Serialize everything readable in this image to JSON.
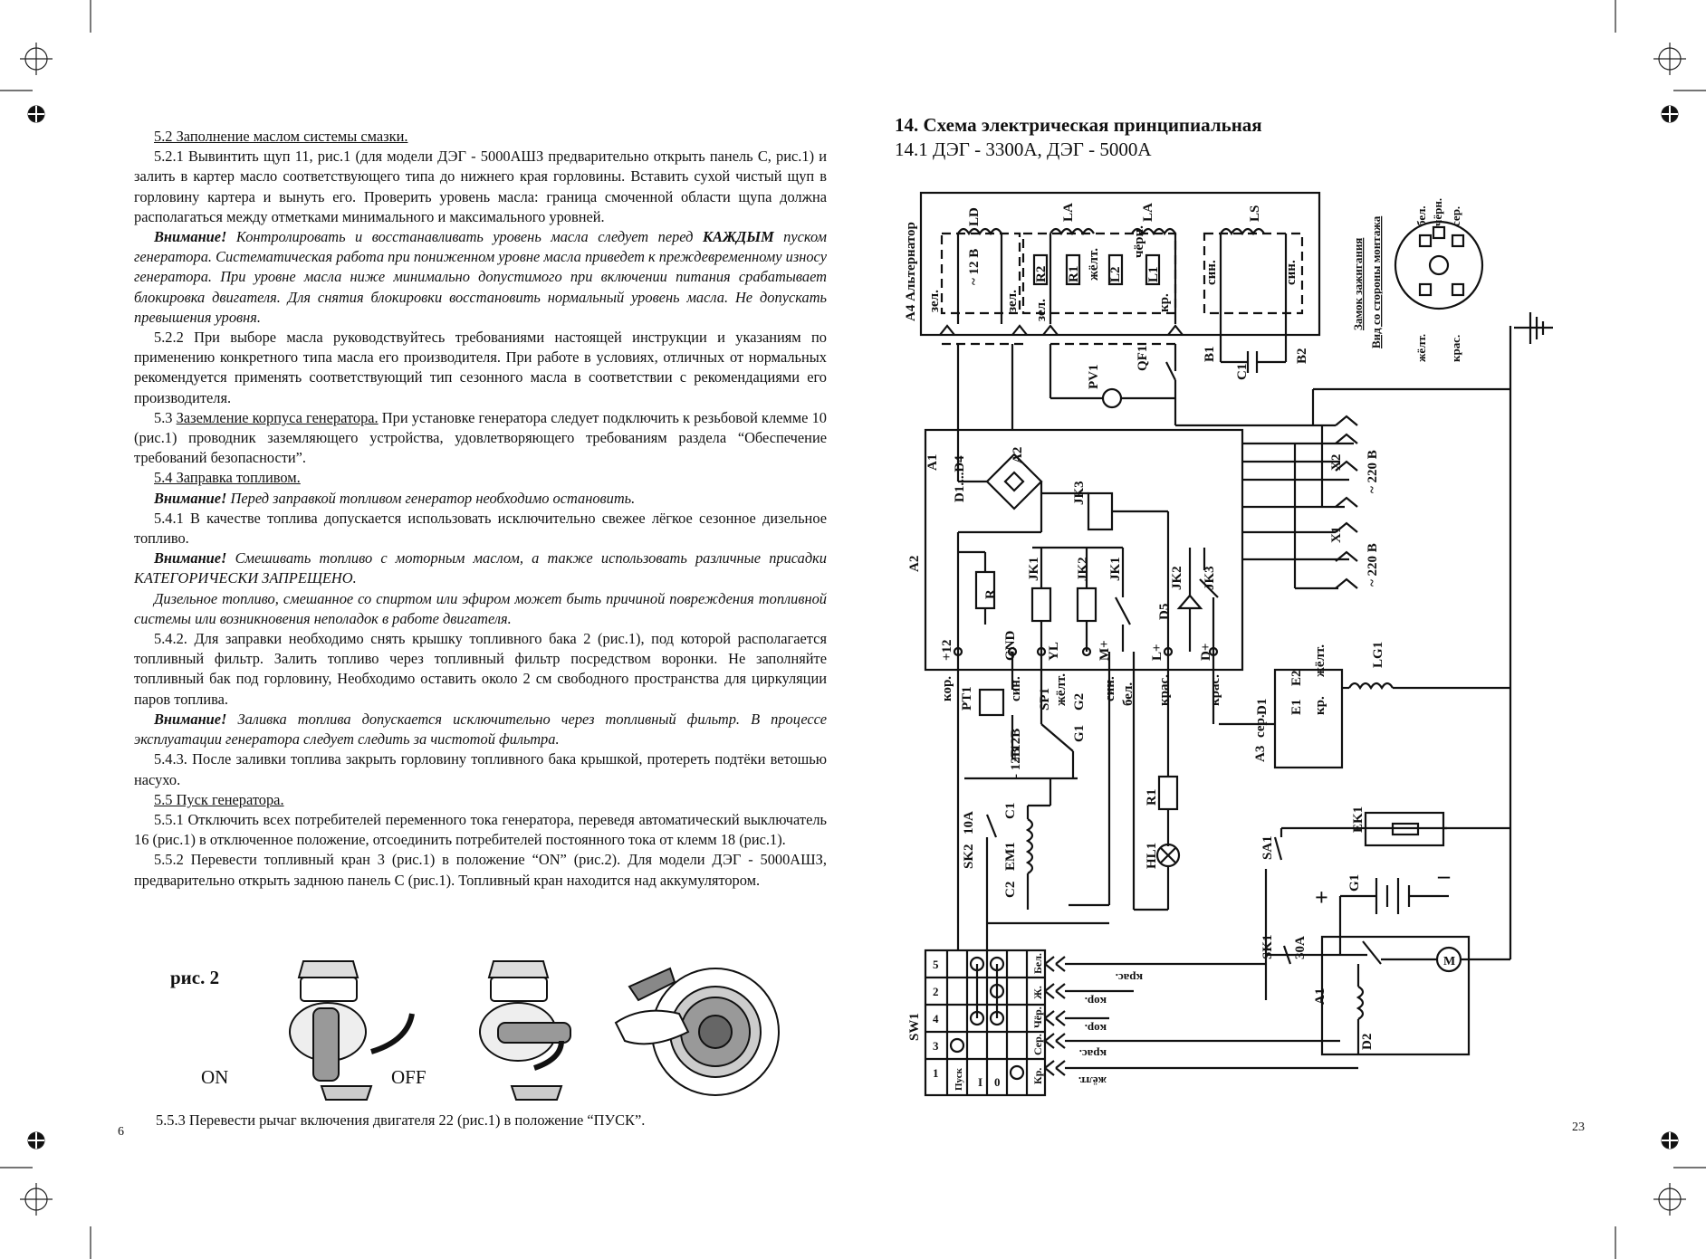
{
  "left": {
    "p1_title": "5.2 Заполнение маслом системы смазки.",
    "p1": "5.2.1 Вывинтить щуп 11, рис.1 (для модели ДЭГ - 5000АШЗ предварительно открыть панель С, рис.1) и залить в картер масло соответствующего типа до нижнего края горловины. Вставить сухой чистый щуп в горловину картера и вынуть его. Проверить уровень масла: граница смоченной области щупа должна располагаться между отметками минимального и максимального уровней.",
    "w1_lead": "Внимание!",
    "w1_a": " Контролировать и восстанавливать уровень масла следует перед ",
    "w1_b": "КАЖДЫМ",
    "w1_c": " пуском генератора. Систематическая работа при пониженном уровне масла приведет к преждевременному износу генератора. При уровне масла ниже минимально допустимого при включении питания срабатывает блокировка двигателя. Для снятия блокировки восстановить нормальный уровень масла. Не допускать превышения уровня.",
    "p2": "5.2.2 При выборе масла руководствуйтесь требованиями настоящей инструкции и указаниям по применению конкретного типа масла его производителя. При работе в условиях, отличных от нормальных рекомендуется применять соответствующий тип сезонного масла в соответствии с рекомендациями его производителя.",
    "p3_a": "5.3 ",
    "p3_u": "Заземление корпуса генератора.",
    "p3_b": " При установке генератора следует подключить к резьбовой клемме 10 (рис.1) проводник заземляющего устройства, удовлетворяющего требованиям раздела “Обеспечение требований безопасности”.",
    "p4_title": "5.4 Заправка топливом.",
    "w2_lead": "Внимание!",
    "w2": " Перед заправкой топливом генератор необходимо остановить.",
    "p5": "5.4.1 В качестве топлива допускается использовать исключительно свежее лёгкое сезонное дизельное топливо.",
    "w3_lead": "Внимание!",
    "w3": " Смешивать топливо с моторным маслом, а также использовать различные присадки КАТЕГОРИЧЕСКИ ЗАПРЕЩЕНО.",
    "w4": "Дизельное топливо, смешанное со спиртом или эфиром может быть причиной повреждения топливной системы или возникновения неполадок в работе двигателя.",
    "p6": "5.4.2. Для заправки необходимо снять крышку топливного бака 2 (рис.1), под которой располагается топливный фильтр. Залить топливо через топливный фильтр посредством воронки. Не заполняйте топливный бак под горловину, Необходимо оставить около 2 см свободного пространства для циркуляции паров топлива.",
    "w5_lead": "Внимание!",
    "w5": " Заливка топлива допускается исключительно через топливный фильтр. В процессе эксплуатации генератора следует следить за чистотой фильтра.",
    "p7": "5.4.3. После заливки топлива закрыть горловину топливного бака крышкой, протереть подтёки ветошью насухо.",
    "p8_title": "5.5 Пуск генератора.",
    "p8": "5.5.1 Отключить всех потребителей переменного тока генератора, переведя автоматический выключатель 16 (рис.1) в отключенное положение, отсоединить потребителей постоянного тока от клемм 18 (рис.1).",
    "p9": "5.5.2 Перевести топливный кран 3 (рис.1) в положение “ON” (рис.2). Для модели ДЭГ - 5000АШЗ, предварительно открыть заднюю панель С (рис.1). Топливный кран находится над аккумулятором.",
    "fig_label": "рис. 2",
    "fig_on": "ON",
    "fig_off": "OFF",
    "p10": "5.5.3 Перевести рычаг включения двигателя 22 (рис.1) в положение “ПУСК”.",
    "page_num": "6"
  },
  "right": {
    "title": "14. Схема электрическая принципиальная",
    "subtitle": "14.1 ДЭГ - 3300А, ДЭГ - 5000А",
    "page_num": "23",
    "labels": {
      "a4": "А4 Альтернатор",
      "ld": "LD",
      "v12": "~ 12 В",
      "zel": "зел.",
      "la": "LA",
      "r2": "R2",
      "r1": "R1",
      "l2": "L2",
      "l1": "L1",
      "cherm": "чёрн.",
      "zhelt": "жёлт.",
      "kr": "кр.",
      "ls": "LS",
      "sin": "син.",
      "b1": "В1",
      "b2": "В2",
      "c1": "С1",
      "pv1": "PV1",
      "qf1": "QF1",
      "a1": "А1",
      "a2": "А2",
      "d1d4": "D1....D4",
      "jk3": "JK3",
      "x1": "X1",
      "x2": "X2",
      "v220": "~ 220 В",
      "r": "R",
      "jk1": "JK1",
      "jk2": "JK2",
      "d5": "D5",
      "p12": "+12",
      "gnd": "GND",
      "yl": "YL",
      "mp": "M+",
      "lp": "L+",
      "dp": "D+",
      "kor": "кор.",
      "pt1": "PT1",
      "sp1": "SP1",
      "g1": "G1",
      "g2": "G2",
      "bel": "бел.",
      "kras": "крас.",
      "ser": "сер.",
      "a3": "А3",
      "d1": "D1",
      "e1": "E1",
      "e2": "E2",
      "lg1": "LG1",
      "plus12": "+ 12В",
      "minus12": "- 12В",
      "sk2": "SK2",
      "a10": "10А",
      "em1": "EM1",
      "c2": "C2",
      "r1b": "R1",
      "hl1": "HL1",
      "sa1": "SA1",
      "ek1": "EK1",
      "g1b": "G1",
      "plus": "+",
      "minus": "–",
      "sk1": "SK1",
      "a30": "30А",
      "a1b": "А1",
      "d2": "D2",
      "m": "M",
      "sw1": "SW1",
      "lock1": "Замок зажигания",
      "lock2": "Вид со стороны монтажа",
      "krs": "крас.",
      "zhl": "жёлт.",
      "chr": "чёрн.",
      "srr": "сер.",
      "bls": "бел."
    },
    "sw_cols": [
      "Бел.",
      "Ж.",
      "Чёр.",
      "Сер.",
      "Кр."
    ],
    "sw_rows": [
      "5",
      "2",
      "4",
      "3",
      "1"
    ],
    "sw_state": [
      "Пуск",
      "I",
      "0"
    ],
    "wire_labels": [
      "крас.",
      "кор.",
      "кор.",
      "крас.",
      "жёлт."
    ]
  }
}
